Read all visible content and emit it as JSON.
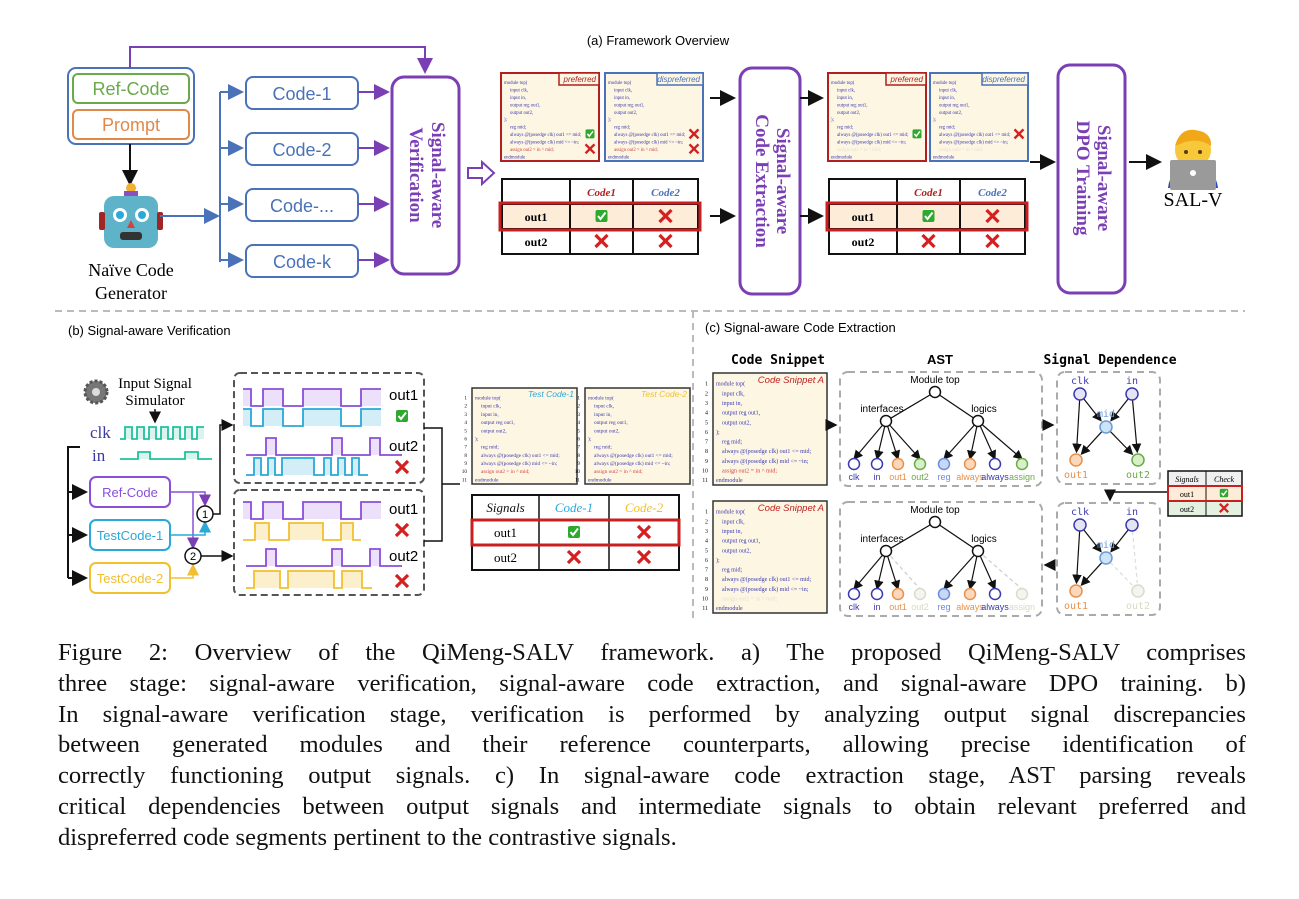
{
  "figure": {
    "panel_a": {
      "title": "(a) Framework Overview",
      "inputs": {
        "ref_code": "Ref-Code",
        "prompt": "Prompt"
      },
      "generator_label_1": "Naïve Code",
      "generator_label_2": "Generator",
      "codes": [
        "Code-1",
        "Code-2",
        "Code-...",
        "Code-k"
      ],
      "stage1_1": "Signal-aware",
      "stage1_2": "Verification",
      "stage2_1": "Signal-aware",
      "stage2_2": "Code Extraction",
      "stage3_1": "Signal-aware",
      "stage3_2": "DPO Training",
      "output_label": "SAL-V",
      "preferred_tag": "preferred",
      "dispreferred_tag": "dispreferred",
      "table": {
        "headers": [
          "",
          "Code1",
          "Code2"
        ],
        "rows": [
          {
            "signal": "out1",
            "code1": "pass",
            "code2": "fail"
          },
          {
            "signal": "out2",
            "code1": "fail",
            "code2": "fail"
          }
        ]
      }
    },
    "panel_b": {
      "title": "(b) Signal-aware Verification",
      "simulator_1": "Input Signal",
      "simulator_2": "Simulator",
      "inputs": [
        "clk",
        "in"
      ],
      "modules": [
        "Ref-Code",
        "TestCode-1",
        "TestCode-2"
      ],
      "compare_nodes": [
        "1",
        "2"
      ],
      "outputs": [
        "out1",
        "out2"
      ],
      "test_code_1_tag": "Test Code-1",
      "test_code_2_tag": "Test Code-2",
      "table": {
        "headers": [
          "Signals",
          "Code-1",
          "Code-2"
        ],
        "rows": [
          {
            "signal": "out1",
            "code1": "pass",
            "code2": "fail"
          },
          {
            "signal": "out2",
            "code1": "fail",
            "code2": "fail"
          }
        ]
      }
    },
    "panel_c": {
      "title": "(c) Signal-aware Code Extraction",
      "col_snippet": "Code Snippet",
      "col_ast": "AST",
      "col_dep": "Signal Dependence",
      "snippet_tag": "Code Snippet A",
      "ast_root": "Module top",
      "ast_left": "interfaces",
      "ast_right": "logics",
      "ast_leaves": [
        "clk",
        "in",
        "out1",
        "out2",
        "reg",
        "always",
        "always",
        "assign"
      ],
      "dep_nodes": [
        "clk",
        "in",
        "mid",
        "out1",
        "out2"
      ],
      "check_table": {
        "headers": [
          "Signals",
          "Check"
        ],
        "rows": [
          {
            "signal": "out1",
            "check": "pass"
          },
          {
            "signal": "out2",
            "check": "fail"
          }
        ]
      }
    },
    "code_lines": [
      "module top(",
      "input clk,",
      "input in,",
      "output reg out1,",
      "output out2,",
      ");",
      "reg mid;",
      "always @(posedge clk) out1 <= mid;",
      "always @(posedge clk) mid <= ~in;",
      "assign out2 = in ^ mid;",
      "endmodule"
    ],
    "caption": [
      "Figure 2: Overview of the QiMeng-SALV framework. a) The proposed QiMeng-SALV comprises",
      "three stage: signal-aware verification, signal-aware code extraction, and signal-aware DPO training. b)",
      "In signal-aware verification stage, verification is performed by analyzing output signal discrepancies",
      "between generated modules and their reference counterparts, allowing precise identification of",
      "correctly functioning output signals. c) In signal-aware code extraction stage, AST parsing reveals",
      "critical dependencies between output signals and intermediate signals to obtain relevant preferred and",
      "dispreferred code segments pertinent to the contrastive signals."
    ],
    "colors": {
      "purple": "#7b3fb5",
      "blue": "#4a72b8",
      "green": "#6aaa4a",
      "orange": "#e08a4a",
      "cyan": "#2aa8d8",
      "yellow": "#f0c030",
      "red": "#c0392b",
      "code_bg": "#fdf6e3"
    }
  }
}
